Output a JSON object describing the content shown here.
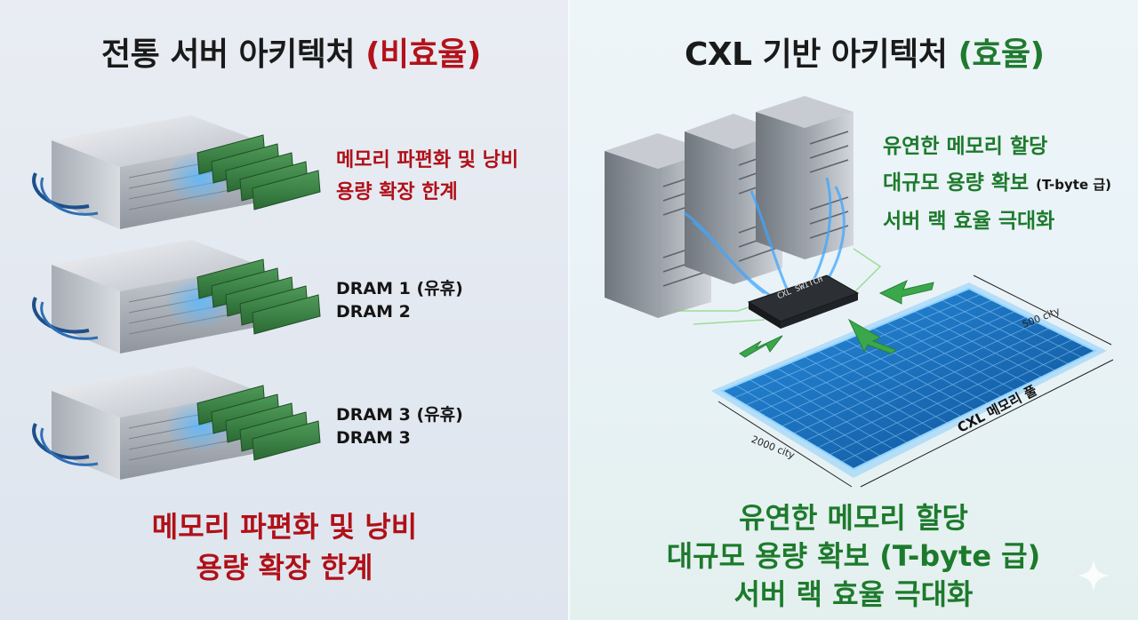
{
  "left": {
    "title_main": "전통 서버 아키텍처",
    "title_accent": "(비효율)",
    "top_label_line1": "메모리 파편화 및 낭비",
    "top_label_line2": "용량 확장 한계",
    "server2_line1": "DRAM 1 (유휴)",
    "server2_line2": "DRAM 2",
    "server3_line1": "DRAM 3 (유휴)",
    "server3_line2": "DRAM 3",
    "bottom_line1": "메모리 파편화 및 낭비",
    "bottom_line2": "용량 확장 한계"
  },
  "right": {
    "title_main": "CXL 기반 아키텍처",
    "title_accent": "(효율)",
    "top_line1": "유연한 메모리 할당",
    "top_line2_main": "대규모 용량 확보",
    "top_line2_small": "(T-byte 급)",
    "top_line3": "서버 랙 효율 극대화",
    "switch_label": "CXL SWITCH",
    "pool_label": "CXL 메모리 풀",
    "dim_left": "2000 city",
    "dim_right": "500 city",
    "bottom_line1": "유연한 메모리 할당",
    "bottom_line2": "대규모 용량 확보 (T-byte 급)",
    "bottom_line3": "서버 랙 효율 극대화"
  },
  "colors": {
    "inefficient_red": "#b01018",
    "efficient_green": "#1d7a2c",
    "dram_green": "#2f7a3a",
    "glow_blue": "#39a8ff"
  }
}
